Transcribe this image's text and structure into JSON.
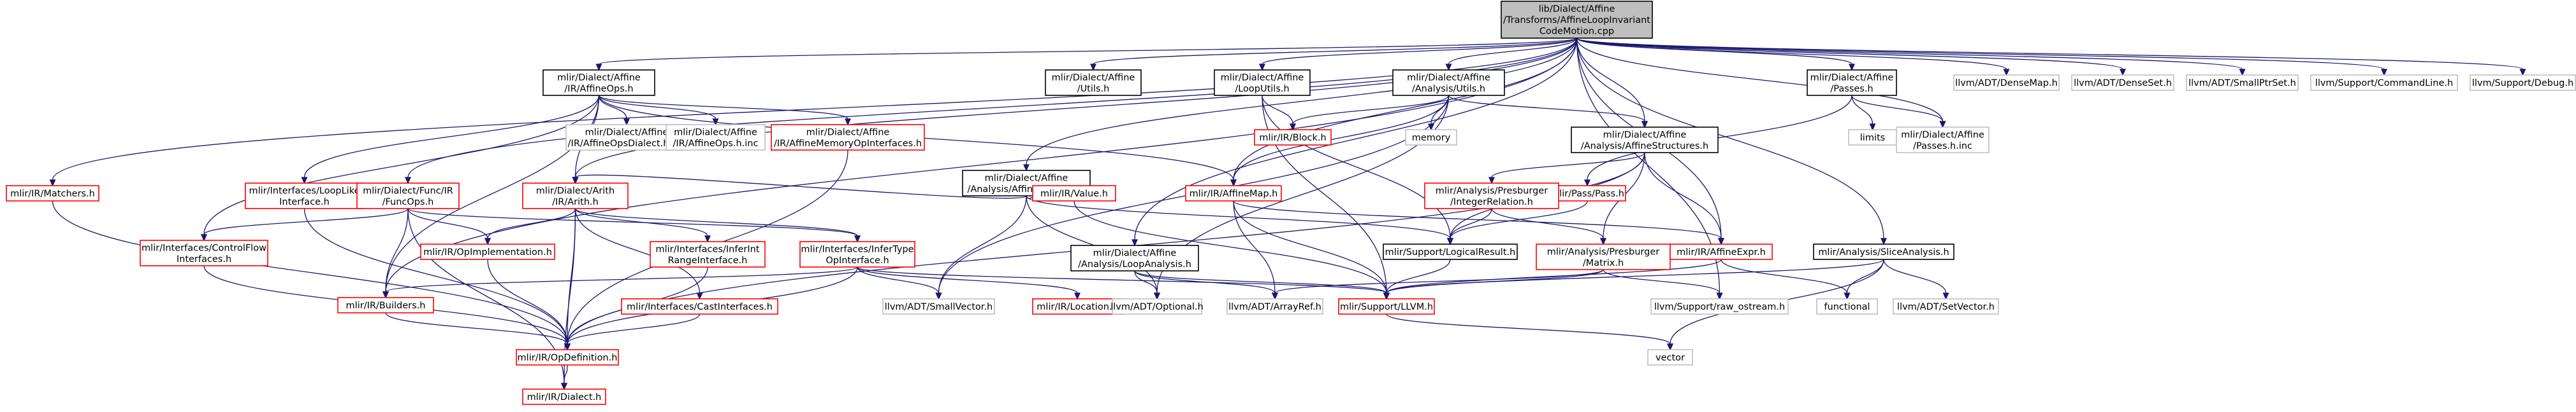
{
  "graph": {
    "kind": "include-dependency-graph",
    "colors": {
      "edge": "#191970",
      "root_fill": "#bfbfbf",
      "root_border": "#000000",
      "documented_border": "#000000",
      "linked_border": "#ff0000",
      "external_border": "#bfbfbf",
      "node_fill": "#ffffff",
      "text": "#000000"
    },
    "nodes": [
      {
        "id": "root",
        "label": [
          "lib/Dialect/Affine",
          "/Transforms/AffineLoopInvariant",
          "CodeMotion.cpp"
        ],
        "style": "root"
      },
      {
        "id": "affineops",
        "label": [
          "mlir/Dialect/Affine",
          "/IR/AffineOps.h"
        ],
        "style": "documented"
      },
      {
        "id": "affutils",
        "label": [
          "mlir/Dialect/Affine",
          "/Utils.h"
        ],
        "style": "documented"
      },
      {
        "id": "looputils",
        "label": [
          "mlir/Dialect/Affine",
          "/LoopUtils.h"
        ],
        "style": "documented"
      },
      {
        "id": "anautils",
        "label": [
          "mlir/Dialect/Affine",
          "/Analysis/Utils.h"
        ],
        "style": "documented"
      },
      {
        "id": "passes",
        "label": [
          "mlir/Dialect/Affine",
          "/Passes.h"
        ],
        "style": "documented"
      },
      {
        "id": "densemap",
        "label": [
          "llvm/ADT/DenseMap.h"
        ],
        "style": "external"
      },
      {
        "id": "denseset",
        "label": [
          "llvm/ADT/DenseSet.h"
        ],
        "style": "external"
      },
      {
        "id": "smallptrset",
        "label": [
          "llvm/ADT/SmallPtrSet.h"
        ],
        "style": "external"
      },
      {
        "id": "cmdline",
        "label": [
          "llvm/Support/CommandLine.h"
        ],
        "style": "external"
      },
      {
        "id": "debug",
        "label": [
          "llvm/Support/Debug.h"
        ],
        "style": "external"
      },
      {
        "id": "matchers",
        "label": [
          "mlir/IR/Matchers.h"
        ],
        "style": "linked"
      },
      {
        "id": "looplike",
        "label": [
          "mlir/Interfaces/LoopLike",
          "Interface.h"
        ],
        "style": "linked"
      },
      {
        "id": "funcops",
        "label": [
          "mlir/Dialect/Func/IR",
          "/FuncOps.h"
        ],
        "style": "linked"
      },
      {
        "id": "affopsdialect",
        "label": [
          "mlir/Dialect/Affine",
          "/IR/AffineOpsDialect.h.inc"
        ],
        "style": "external"
      },
      {
        "id": "affopsinc",
        "label": [
          "mlir/Dialect/Affine",
          "/IR/AffineOps.h.inc"
        ],
        "style": "external"
      },
      {
        "id": "affmemop",
        "label": [
          "mlir/Dialect/Affine",
          "/IR/AffineMemoryOpInterfaces.h"
        ],
        "style": "linked"
      },
      {
        "id": "anaaffine",
        "label": [
          "mlir/Dialect/Affine",
          "/Analysis/AffineAnalysis.h"
        ],
        "style": "documented"
      },
      {
        "id": "block",
        "label": [
          "mlir/IR/Block.h"
        ],
        "style": "linked"
      },
      {
        "id": "memory",
        "label": [
          "memory"
        ],
        "style": "external"
      },
      {
        "id": "affstruct",
        "label": [
          "mlir/Dialect/Affine",
          "/Analysis/AffineStructures.h"
        ],
        "style": "documented"
      },
      {
        "id": "limits",
        "label": [
          "limits"
        ],
        "style": "external"
      },
      {
        "id": "passesinc",
        "label": [
          "mlir/Dialect/Affine",
          "/Passes.h.inc"
        ],
        "style": "external"
      },
      {
        "id": "controlflow",
        "label": [
          "mlir/Interfaces/ControlFlow",
          "Interfaces.h"
        ],
        "style": "linked"
      },
      {
        "id": "arith",
        "label": [
          "mlir/Dialect/Arith",
          "/IR/Arith.h"
        ],
        "style": "linked"
      },
      {
        "id": "value",
        "label": [
          "mlir/IR/Value.h"
        ],
        "style": "linked"
      },
      {
        "id": "affinemap",
        "label": [
          "mlir/IR/AffineMap.h"
        ],
        "style": "linked"
      },
      {
        "id": "pass",
        "label": [
          "mlir/Pass/Pass.h"
        ],
        "style": "linked"
      },
      {
        "id": "intrel",
        "label": [
          "mlir/Analysis/Presburger",
          "/IntegerRelation.h"
        ],
        "style": "linked"
      },
      {
        "id": "opimpl",
        "label": [
          "mlir/IR/OpImplementation.h"
        ],
        "style": "linked"
      },
      {
        "id": "inferint",
        "label": [
          "mlir/Interfaces/InferInt",
          "RangeInterface.h"
        ],
        "style": "linked"
      },
      {
        "id": "infertype",
        "label": [
          "mlir/Interfaces/InferType",
          "OpInterface.h"
        ],
        "style": "linked"
      },
      {
        "id": "looparray",
        "label": [
          "mlir/Dialect/Affine",
          "/Analysis/LoopAnalysis.h"
        ],
        "style": "documented"
      },
      {
        "id": "logical",
        "label": [
          "mlir/Support/LogicalResult.h"
        ],
        "style": "documented"
      },
      {
        "id": "matrix",
        "label": [
          "mlir/Analysis/Presburger",
          "/Matrix.h"
        ],
        "style": "linked"
      },
      {
        "id": "affineexpr",
        "label": [
          "mlir/IR/AffineExpr.h"
        ],
        "style": "linked"
      },
      {
        "id": "slice",
        "label": [
          "mlir/Analysis/SliceAnalysis.h"
        ],
        "style": "documented"
      },
      {
        "id": "builders",
        "label": [
          "mlir/IR/Builders.h"
        ],
        "style": "linked"
      },
      {
        "id": "castif",
        "label": [
          "mlir/Interfaces/CastInterfaces.h"
        ],
        "style": "linked"
      },
      {
        "id": "smallvector",
        "label": [
          "llvm/ADT/SmallVector.h"
        ],
        "style": "external"
      },
      {
        "id": "location",
        "label": [
          "mlir/IR/Location.h"
        ],
        "style": "linked"
      },
      {
        "id": "optional",
        "label": [
          "llvm/ADT/Optional.h"
        ],
        "style": "external"
      },
      {
        "id": "arrayref",
        "label": [
          "llvm/ADT/ArrayRef.h"
        ],
        "style": "external"
      },
      {
        "id": "llvmh",
        "label": [
          "mlir/Support/LLVM.h"
        ],
        "style": "linked"
      },
      {
        "id": "rawostream",
        "label": [
          "llvm/Support/raw_ostream.h"
        ],
        "style": "external"
      },
      {
        "id": "functional",
        "label": [
          "functional"
        ],
        "style": "external"
      },
      {
        "id": "setvector",
        "label": [
          "llvm/ADT/SetVector.h"
        ],
        "style": "external"
      },
      {
        "id": "opdef",
        "label": [
          "mlir/IR/OpDefinition.h"
        ],
        "style": "linked"
      },
      {
        "id": "vector",
        "label": [
          "vector"
        ],
        "style": "external"
      },
      {
        "id": "dialect",
        "label": [
          "mlir/IR/Dialect.h"
        ],
        "style": "linked"
      }
    ],
    "edges": [
      [
        "root",
        "affineops"
      ],
      [
        "root",
        "affutils"
      ],
      [
        "root",
        "looputils"
      ],
      [
        "root",
        "anautils"
      ],
      [
        "root",
        "passes"
      ],
      [
        "root",
        "densemap"
      ],
      [
        "root",
        "denseset"
      ],
      [
        "root",
        "smallptrset"
      ],
      [
        "root",
        "cmdline"
      ],
      [
        "root",
        "debug"
      ],
      [
        "root",
        "matchers"
      ],
      [
        "root",
        "funcops"
      ],
      [
        "root",
        "anaaffine"
      ],
      [
        "root",
        "arith"
      ],
      [
        "root",
        "affinemap"
      ],
      [
        "root",
        "looparray"
      ],
      [
        "root",
        "affineexpr"
      ],
      [
        "root",
        "slice"
      ],
      [
        "root",
        "builders"
      ],
      [
        "root",
        "affstruct"
      ],
      [
        "root",
        "rawostream"
      ],
      [
        "root",
        "passesinc"
      ],
      [
        "affineops",
        "looplike"
      ],
      [
        "affineops",
        "affopsdialect"
      ],
      [
        "affineops",
        "affopsinc"
      ],
      [
        "affineops",
        "affmemop"
      ],
      [
        "affineops",
        "controlflow"
      ],
      [
        "affineops",
        "arith"
      ],
      [
        "affineops",
        "affinemap"
      ],
      [
        "affineops",
        "builders"
      ],
      [
        "affmemop",
        "opdef"
      ],
      [
        "looputils",
        "block"
      ],
      [
        "looputils",
        "logical"
      ],
      [
        "looputils",
        "llvmh"
      ],
      [
        "anautils",
        "block"
      ],
      [
        "anautils",
        "memory"
      ],
      [
        "anautils",
        "affstruct"
      ],
      [
        "anautils",
        "affinemap"
      ],
      [
        "anautils",
        "smallvector"
      ],
      [
        "anautils",
        "optional"
      ],
      [
        "passes",
        "limits"
      ],
      [
        "passes",
        "passesinc"
      ],
      [
        "passes",
        "pass"
      ],
      [
        "anaaffine",
        "arith"
      ],
      [
        "anaaffine",
        "value"
      ],
      [
        "anaaffine",
        "smallvector"
      ],
      [
        "anaaffine",
        "optional"
      ],
      [
        "anaaffine",
        "logical"
      ],
      [
        "affstruct",
        "intrel"
      ],
      [
        "affstruct",
        "matrix"
      ],
      [
        "affstruct",
        "affineexpr"
      ],
      [
        "affstruct",
        "logical"
      ],
      [
        "affstruct",
        "opdef"
      ],
      [
        "funcops",
        "controlflow"
      ],
      [
        "funcops",
        "infertype"
      ],
      [
        "funcops",
        "builders"
      ],
      [
        "funcops",
        "opimpl"
      ],
      [
        "funcops",
        "dialect"
      ],
      [
        "arith",
        "opimpl"
      ],
      [
        "arith",
        "inferint"
      ],
      [
        "arith",
        "infertype"
      ],
      [
        "arith",
        "castif"
      ],
      [
        "arith",
        "opdef"
      ],
      [
        "arith",
        "dialect"
      ],
      [
        "matchers",
        "opdef"
      ],
      [
        "looplike",
        "opdef"
      ],
      [
        "controlflow",
        "opdef"
      ],
      [
        "value",
        "llvmh"
      ],
      [
        "affinemap",
        "arrayref"
      ],
      [
        "affinemap",
        "llvmh"
      ],
      [
        "affinemap",
        "affineexpr"
      ],
      [
        "pass",
        "logical"
      ],
      [
        "intrel",
        "logical"
      ],
      [
        "intrel",
        "matrix"
      ],
      [
        "opimpl",
        "opdef"
      ],
      [
        "inferint",
        "opdef"
      ],
      [
        "infertype",
        "builders"
      ],
      [
        "infertype",
        "opdef"
      ],
      [
        "infertype",
        "smallvector"
      ],
      [
        "infertype",
        "location"
      ],
      [
        "infertype",
        "llvmh"
      ],
      [
        "looparray",
        "optional"
      ],
      [
        "looparray",
        "llvmh"
      ],
      [
        "looparray",
        "arrayref"
      ],
      [
        "logical",
        "llvmh"
      ],
      [
        "matrix",
        "rawostream"
      ],
      [
        "matrix",
        "arrayref"
      ],
      [
        "matrix",
        "llvmh"
      ],
      [
        "affineexpr",
        "functional"
      ],
      [
        "affineexpr",
        "llvmh"
      ],
      [
        "slice",
        "setvector"
      ],
      [
        "slice",
        "functional"
      ],
      [
        "slice",
        "vector"
      ],
      [
        "slice",
        "llvmh"
      ],
      [
        "builders",
        "opdef"
      ],
      [
        "castif",
        "opdef"
      ],
      [
        "llvmh",
        "vector"
      ],
      [
        "opdef",
        "dialect"
      ]
    ]
  }
}
